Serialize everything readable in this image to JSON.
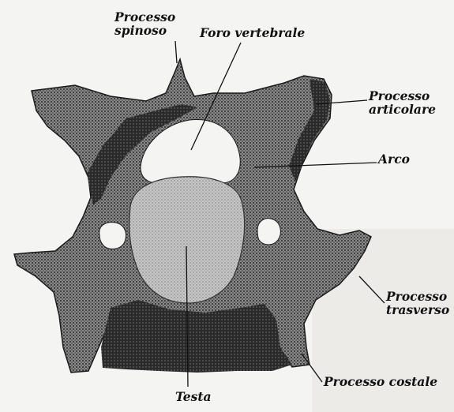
{
  "labels": {
    "processo_spinoso": [
      "Processo",
      "spinoso"
    ],
    "foro_vertebrale": "Foro vertebrale",
    "processo_articolare": [
      "Processo",
      "articolare"
    ],
    "arco": "Arco",
    "processo_trasverso": [
      "Processo",
      "trasverso"
    ],
    "processo_costale": "Processo costale",
    "testa": "Testa"
  },
  "colors": {
    "background": "#f4f4f2",
    "bone_fill": "#7a7a7a",
    "dark_shadow": "#1a1a1a",
    "light_highlight": "#d9d9d9",
    "leader_line": "#111111",
    "text": "#111111"
  }
}
